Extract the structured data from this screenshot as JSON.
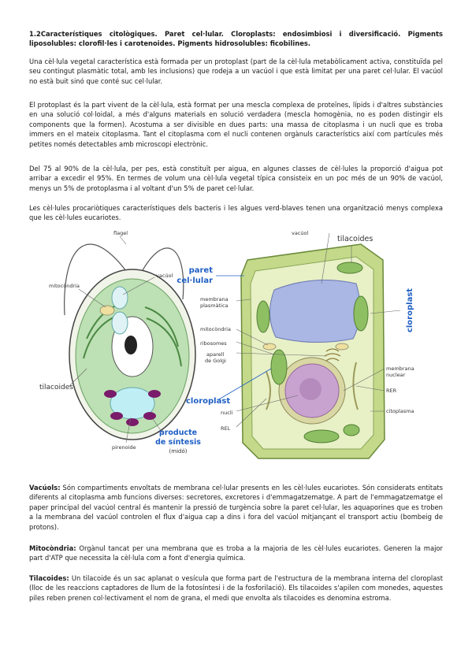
{
  "heading": "1.2Característiques citològiques. Paret cel·lular. Cloroplasts: endosimbiosi i diversificació. Pigments liposolubles: clorofil·les i carotenoides. Pigments hidrosolubles: ficobilines.",
  "paragraphs": [
    "Una cèl·lula vegetal característica està formada per un protoplast (part de la cèl·lula metabòlicament activa, constituïda pel seu contingut plasmàtic total, amb les inclusions) que rodeja a un vacúol i que està limitat per una paret cel·lular. El vacúol no està buit sinó que conté suc cel·lular.",
    "El protoplast és la part vivent de la cèl·lula, està format per una mescla complexa de proteïnes, lípids i d'altres substàncies en una solució col·loidal, a més d'alguns materials en solució verdadera (mescla homogènia, no es poden distingir els components que la formen). Acostuma a ser divisible en dues parts: una massa de citoplasma i un nucli que es troba immers en el mateix citoplasma. Tant el citoplasma com el nucli contenen orgànuls característics així com partícules més petites només detectables amb microscopi electrònic.",
    "Del 75 al 90% de la cèl·lula, per pes, està constituït per aigua, en algunes classes de cèl·lules la proporció d'aigua pot arribar a excedir el 95%. En termes de volum una cèl·lula vegetal típica consisteix en un poc més de un 90% de vacúol, menys un 5% de protoplasma i al voltant d'un 5% de paret cel·lular.",
    "Les cèl·lules procariòtiques característiques dels bacteris i les algues verd-blaves tenen una organització menys complexa que les cèl·lules eucariotes."
  ],
  "figure": {
    "left": {
      "flagel": "flagel",
      "mitocondria": "mitocòndria",
      "vacuol": "vacúol",
      "tilacoides": "tilacoides",
      "pirenoide": "pirenoide",
      "producte_1": "producte",
      "producte_2": "de síntesis",
      "producte_3": "(midó)"
    },
    "right": {
      "vacuol": "vacúol",
      "tilacoides": "tilacoides",
      "paret_1": "paret",
      "paret_2": "cel·lular",
      "membrana_1": "membrana",
      "membrana_2": "plasmàtica",
      "mitocondria": "mitocòndria",
      "ribosomes": "ribosomes",
      "aparell_1": "aparell",
      "aparell_2": "de Golgi",
      "cloroplast_center": "cloroplast",
      "cloroplast_side": "cloroplast",
      "nuclear_1": "membrana",
      "nuclear_2": "nuclear",
      "rer": "RER",
      "citoplasma": "citoplasma",
      "nucli": "nucli",
      "rel": "REL"
    }
  },
  "definitions": [
    {
      "term": "Vacúols:",
      "text": " Són compartiments envoltats de membrana cel·lular presents en les cèl·lules eucariotes. Són considerats entitats diferents al citoplasma amb funcions diverses: secretores, excretores i d'emmagatzematge. A part de l'emmagatzematge el paper principal del vacúol central és mantenir la pressió de turgència sobre la paret cel·lular, les aquaporines que es troben a la membrana del vacúol controlen el flux d'aigua cap a dins i fora del vacúol mitjançant el transport actiu (bombeig de protons)."
    },
    {
      "term": "Mitocòndria:",
      "text": " Orgànul tancat per una membrana que es troba a la majoria de les cèl·lules eucariotes. Generen la major part d'ATP que necessita la cèl·lula com a font d'energia química."
    },
    {
      "term": "Tilacoides:",
      "text": " Un tilacoide és un sac aplanat o vesícula que forma part de l'estructura de la membrana interna del cloroplast (lloc de les reaccions captadores de llum de la fotosíntesi i de la fosforilació). Els tilacoides s'apilen com monedes, aquestes piles reben prenen col·lectivament el nom de grana, el medi que envolta als tilacoides es denomina estroma."
    }
  ],
  "colors": {
    "label_blue": "#1f5fc4",
    "wall_green": "#c4d98a",
    "chloroplast_green": "#8fbf63",
    "vacuole_blue": "#aab6e3",
    "nucleus_purple": "#c9a3cf",
    "starch_purple": "#7a1a6a"
  }
}
